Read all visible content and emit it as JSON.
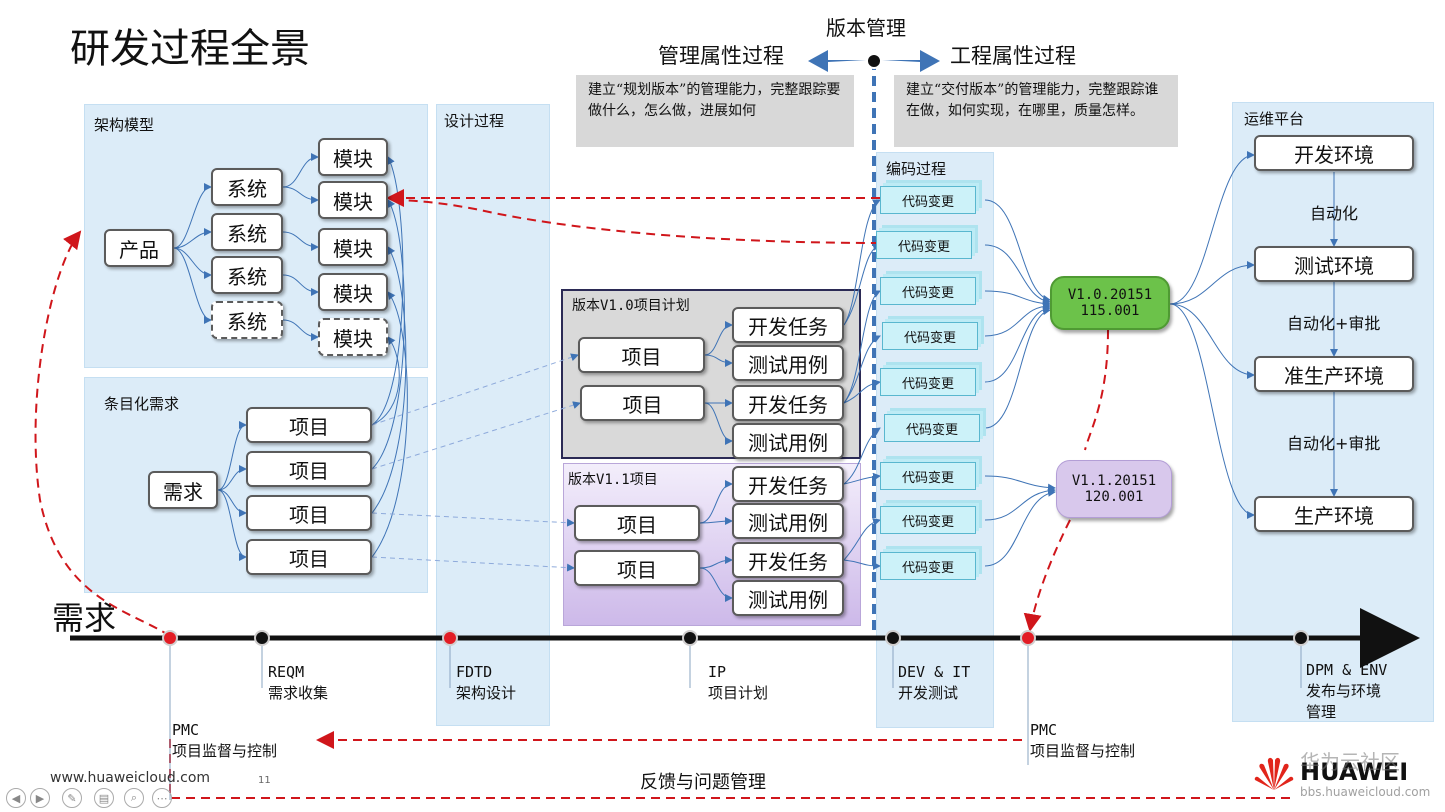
{
  "title": "研发过程全景",
  "header": {
    "version_mgmt": "版本管理",
    "mgmt_process": "管理属性过程",
    "eng_process": "工程属性过程",
    "mgmt_note": "建立“规划版本”的管理能力，完整跟踪要做什么，怎么做，进展如何",
    "eng_note": "建立“交付版本”的管理能力，完整跟踪谁在做，如何实现，在哪里，质量怎样。"
  },
  "arch_panel": {
    "title": "架构模型",
    "product": "产品",
    "systems": [
      "系统",
      "系统",
      "系统",
      "系统"
    ],
    "modules": [
      "模块",
      "模块",
      "模块",
      "模块",
      "模块"
    ]
  },
  "req_panel": {
    "title": "条目化需求",
    "requirement": "需求",
    "items": [
      "项目",
      "项目",
      "项目",
      "项目"
    ]
  },
  "design_panel": {
    "title": "设计过程"
  },
  "plan_v10": {
    "title": "版本V1.0项目计划",
    "items": [
      "项目",
      "项目"
    ],
    "tasks": [
      "开发任务",
      "测试用例",
      "开发任务",
      "测试用例"
    ]
  },
  "plan_v11": {
    "title": "版本V1.1项目",
    "items": [
      "项目",
      "项目"
    ],
    "tasks": [
      "开发任务",
      "测试用例",
      "开发任务",
      "测试用例"
    ]
  },
  "coding_panel": {
    "title": "编码过程",
    "changes": [
      "代码变更",
      "代码变更",
      "代码变更",
      "代码变更",
      "代码变更",
      "代码变更",
      "代码变更",
      "代码变更",
      "代码变更"
    ]
  },
  "versions": {
    "v10": {
      "line1": "V1.0.20151",
      "line2": "115.001",
      "color": "#6cc24a"
    },
    "v11": {
      "line1": "V1.1.20151",
      "line2": "120.001",
      "color": "#d8c8ec"
    }
  },
  "ops_panel": {
    "title": "运维平台",
    "envs": [
      "开发环境",
      "测试环境",
      "准生产环境",
      "生产环境"
    ],
    "steps": [
      "自动化",
      "自动化+审批",
      "自动化+审批"
    ]
  },
  "timeline": {
    "label": "需求",
    "milestones": [
      {
        "code": "",
        "name": ""
      },
      {
        "code": "REQM",
        "name": "需求收集"
      },
      {
        "code": "FDTD",
        "name": "架构设计"
      },
      {
        "code": "IP",
        "name": "项目计划"
      },
      {
        "code": "DEV & IT",
        "name": "开发测试"
      },
      {
        "code": "",
        "name": ""
      },
      {
        "code": "DPM & ENV",
        "name": "发布与环境管理"
      }
    ],
    "pmc_left": {
      "code": "PMC",
      "name": "项目监督与控制"
    },
    "pmc_right": {
      "code": "PMC",
      "name": "项目监督与控制"
    },
    "feedback": "反馈与问题管理"
  },
  "footer": {
    "url": "www.huaweicloud.com",
    "page": "11",
    "brand": "HUAWEI",
    "watermark": "华为云社区",
    "watermark_url": "bbs.huaweicloud.com"
  },
  "colors": {
    "panel": "#dcecf8",
    "red": "#d0161b",
    "blue": "#3f74b6",
    "navy": "#111"
  }
}
